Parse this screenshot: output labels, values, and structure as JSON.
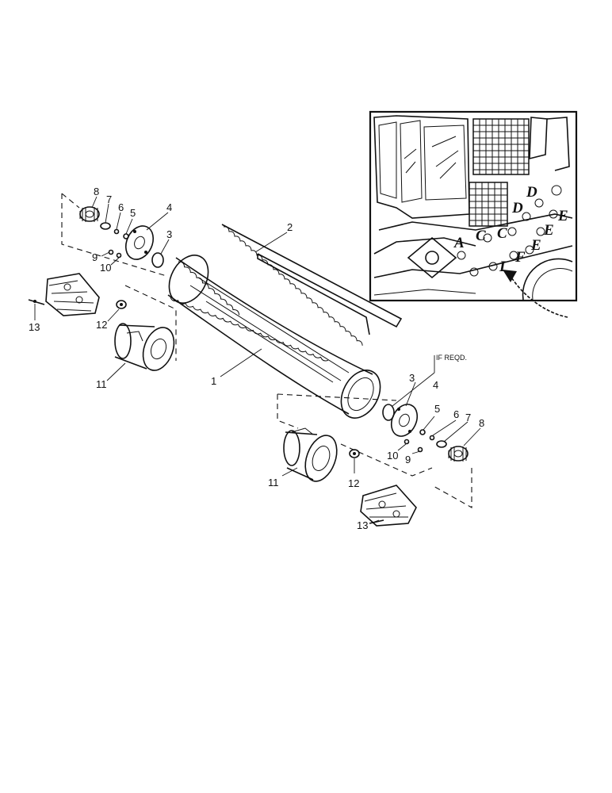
{
  "callouts": [
    {
      "id": "c8-left",
      "text": "8"
    },
    {
      "id": "c7-left",
      "text": "7"
    },
    {
      "id": "c6-left",
      "text": "6"
    },
    {
      "id": "c5-left",
      "text": "5"
    },
    {
      "id": "c4-left",
      "text": "4"
    },
    {
      "id": "c3-left",
      "text": "3"
    },
    {
      "id": "c9-left",
      "text": "9"
    },
    {
      "id": "c10-left",
      "text": "10"
    },
    {
      "id": "c2",
      "text": "2"
    },
    {
      "id": "c12-left",
      "text": "12"
    },
    {
      "id": "c13-left",
      "text": "13"
    },
    {
      "id": "c11-left",
      "text": "11"
    },
    {
      "id": "c1",
      "text": "1"
    },
    {
      "id": "c3-right",
      "text": "3"
    },
    {
      "id": "c4-right",
      "text": "4"
    },
    {
      "id": "c5-right",
      "text": "5"
    },
    {
      "id": "c6-right",
      "text": "6"
    },
    {
      "id": "c7-right",
      "text": "7"
    },
    {
      "id": "c8-right",
      "text": "8"
    },
    {
      "id": "c10-right",
      "text": "10"
    },
    {
      "id": "c9-right",
      "text": "9"
    },
    {
      "id": "c11-right",
      "text": "11"
    },
    {
      "id": "c12-right",
      "text": "12"
    },
    {
      "id": "c13-right",
      "text": "13"
    }
  ],
  "if_reqd_note": "IF REQD.",
  "inset_letters": [
    {
      "id": "ins-D1",
      "text": "D"
    },
    {
      "id": "ins-D2",
      "text": "D"
    },
    {
      "id": "ins-E1",
      "text": "E"
    },
    {
      "id": "ins-E2",
      "text": "E"
    },
    {
      "id": "ins-E3",
      "text": "E"
    },
    {
      "id": "ins-A",
      "text": "A"
    },
    {
      "id": "ins-C1",
      "text": "C"
    },
    {
      "id": "ins-C2",
      "text": "C"
    },
    {
      "id": "ins-F",
      "text": "F"
    },
    {
      "id": "ins-I",
      "text": "I"
    }
  ]
}
